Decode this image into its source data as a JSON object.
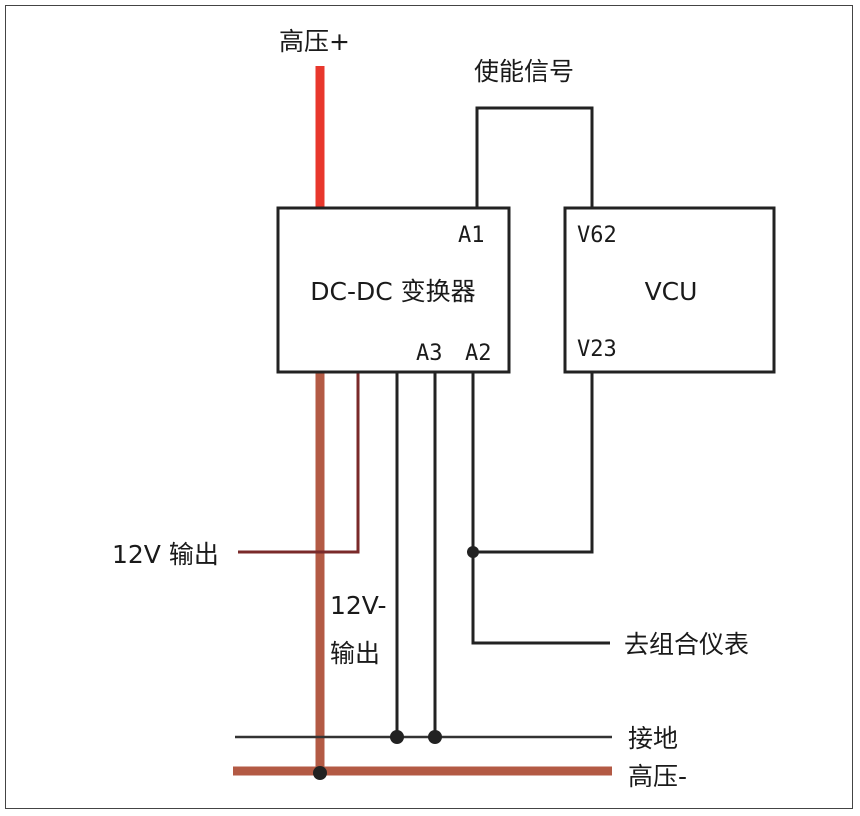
{
  "labels": {
    "hv_plus": "高压+",
    "enable_signal": "使能信号",
    "output_12v": "12V 输出",
    "output_12v_minus_line1": "12V-",
    "output_12v_minus_line2": "输出",
    "to_cluster": "去组合仪表",
    "ground": "接地",
    "hv_minus": "高压-"
  },
  "dcdc": {
    "name": "DC-DC 变换器",
    "pins": {
      "a1": "A1",
      "a2": "A2",
      "a3": "A3"
    }
  },
  "vcu": {
    "name": "VCU",
    "pins": {
      "v62": "V62",
      "v23": "V23"
    }
  },
  "colors": {
    "hv_positive": "#e8372c",
    "hv_negative": "#b35a44",
    "signal": "#222222",
    "output_12v": "#7a2a2a"
  }
}
